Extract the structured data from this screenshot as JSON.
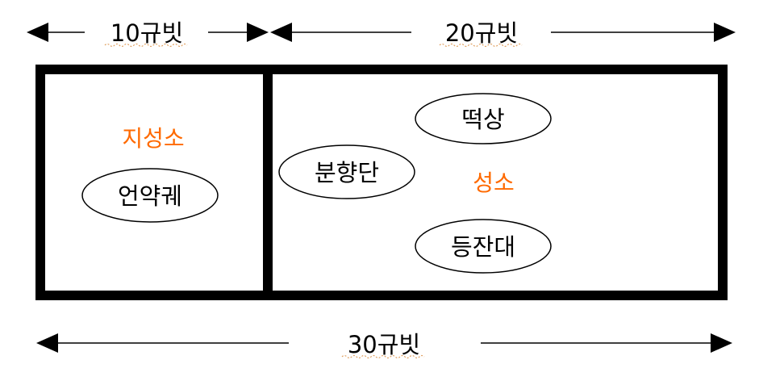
{
  "dimensions": {
    "left": "10규빗",
    "right": "20규빗",
    "total": "30규빗"
  },
  "rooms": {
    "holy_of_holies": "지성소",
    "holy_place": "성소"
  },
  "items": {
    "ark": "언약궤",
    "table": "떡상",
    "altar": "분향단",
    "lampstand": "등잔대"
  },
  "colors": {
    "room_label": "#ff6a00",
    "outline": "#000000"
  }
}
